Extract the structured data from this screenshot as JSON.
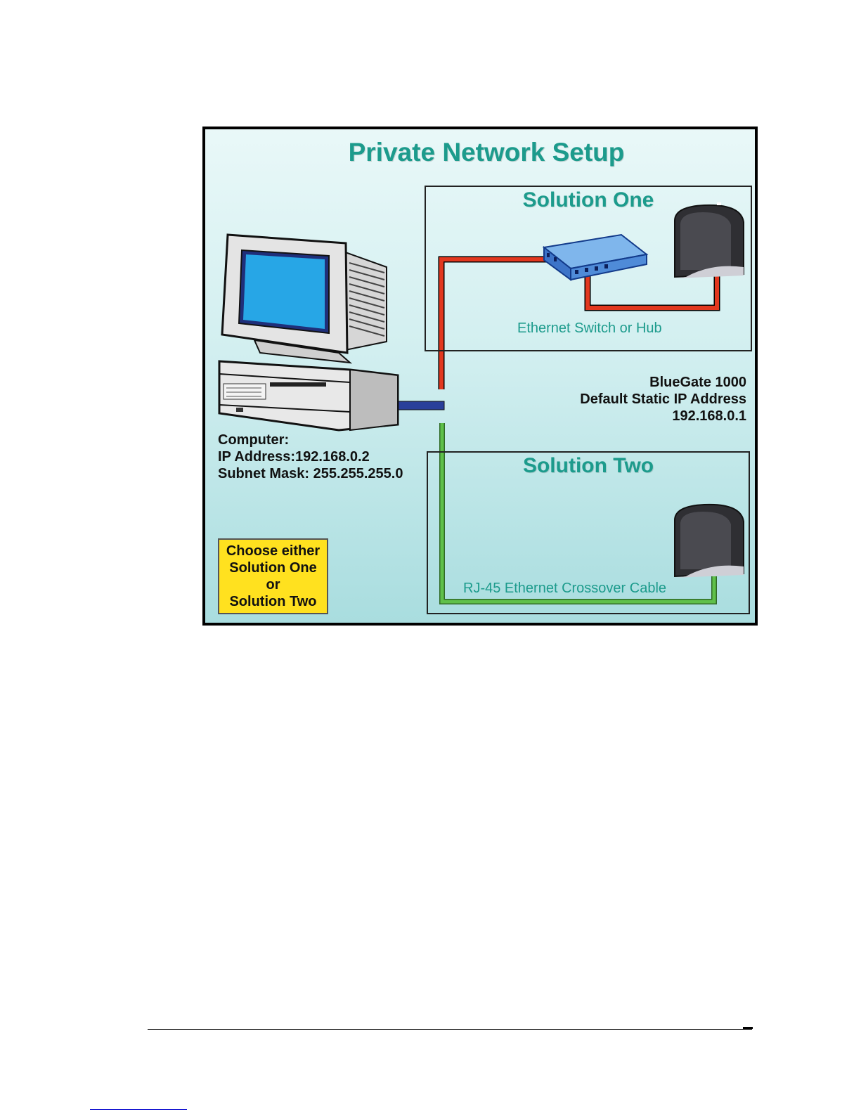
{
  "figure": {
    "title": "Private Network Setup",
    "solution_one": {
      "title": "Solution One",
      "cable_label": "Ethernet Switch or Hub"
    },
    "solution_two": {
      "title": "Solution Two",
      "cable_label": "RJ-45 Ethernet Crossover Cable"
    },
    "bluegate": {
      "name": "BlueGate 1000",
      "description": "Default Static IP Address",
      "ip": "192.168.0.1"
    },
    "computer": {
      "heading": "Computer:",
      "ip": "IP Address:192.168.0.2",
      "subnet": "Subnet Mask: 255.255.255.0"
    },
    "choose_note": {
      "line1": "Choose either",
      "line2": "Solution One",
      "line3": "or",
      "line4": "Solution Two"
    },
    "colors": {
      "accent_text": "#1c9b8c",
      "cable_red": "#e2381f",
      "cable_green": "#5fc04a",
      "cable_blue": "#2a3f9a",
      "note_yellow": "#ffe11f"
    },
    "icons": [
      "desktop-computer-icon",
      "ethernet-switch-icon",
      "bluegate-device-icon"
    ]
  }
}
